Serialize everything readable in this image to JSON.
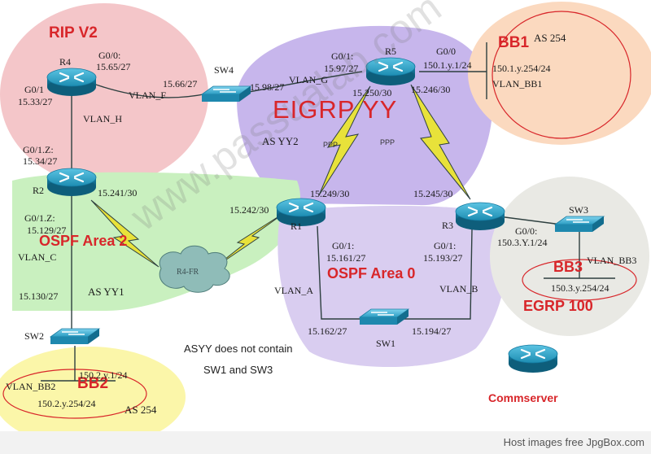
{
  "regions": {
    "rip": "RIP V2",
    "ospf2": "OSPF Area 2",
    "ospf0": "OSPF Area 0",
    "eigrp": "EIGRP YY",
    "egrp": "EGRP 100",
    "bb1": "BB1",
    "bb2": "BB2",
    "bb3": "BB3"
  },
  "as_labels": {
    "as254_top": "AS 254",
    "as254_bottom": "AS 254",
    "asyy2": "AS YY2",
    "asyy1": "AS YY1"
  },
  "devices": {
    "r4": "R4",
    "r5": "R5",
    "r2": "R2",
    "r1": "R1",
    "r3": "R3",
    "sw4": "SW4",
    "sw3": "SW3",
    "sw2": "SW2",
    "sw1": "SW1",
    "cloud": "R4-FR",
    "commserver": "Commserver"
  },
  "interfaces": {
    "r4_g00": "G0/0:",
    "r4_g00_ip": "15.65/27",
    "r4_g01": "G0/1",
    "r4_g01_ip": "15.33/27",
    "sw4_left": "15.66/27",
    "sw4_right": "15.98/27",
    "r5_g01": "G0/1:",
    "r5_g01_ip": "15.97/27",
    "r5_g00": "G0/0",
    "r5_g00_ip": "150.1.y.1/24",
    "r5_s250": "15.250/30",
    "r5_s246": "15.246/30",
    "bb1_ip": "150.1.y.254/24",
    "bb1_vlan": "VLAN_BB1",
    "r2_g01z": "G0/1.Z:",
    "r2_g01z_ip": "15.34/27",
    "r2_s241": "15.241/30",
    "r2_g01z_b": "G0/1.Z:",
    "r2_g01z_b_ip": "15.129/27",
    "r1_s242": "15.242/30",
    "r1_s249": "15.249/30",
    "r3_s245": "15.245/30",
    "r1_g01": "G0/1:",
    "r1_g01_ip": "15.161/27",
    "r3_g01": "G0/1:",
    "r3_g01_ip": "15.193/27",
    "r3_g00": "G0/0:",
    "r3_g00_ip": "150.3.Y.1/24",
    "sw3_vlan": "VLAN_BB3",
    "bb3_ip": "150.3.y.254/24",
    "sw2_ip": "15.130/27",
    "bb2_vlan": "VLAN_BB2",
    "bb2_gw": "150.2.y.1/24",
    "bb2_ip": "150.2.y.254/24",
    "sw1_left": "15.162/27",
    "sw1_right": "15.194/27"
  },
  "vlans": {
    "f": "VLAN_F",
    "g": "VLAN_G",
    "h": "VLAN_H",
    "c": "VLAN_C",
    "a": "VLAN_A",
    "b": "VLAN_B"
  },
  "links": {
    "ppp_left": "PPP",
    "ppp_right": "PPP"
  },
  "note": {
    "line1": "ASYY does not contain",
    "line2": "SW1 and SW3"
  },
  "watermark": "www.passualab.com",
  "footer": "Host images free JpgBox.com",
  "colors": {
    "rip_area": "#f4c6c9",
    "ospf2_area": "#c9f0bf",
    "ospf0_area": "#d9cdf0",
    "eigrp_area": "#c7b6ec",
    "bb1_area": "#fbd9bf",
    "egrp_area": "#e9e9e4",
    "bb2_area": "#fbf6a9",
    "router_blue": "#1a8fb5",
    "switch_blue": "#2a9cc2",
    "label_red": "#d8262a",
    "serial_yellow": "#e8e23a"
  }
}
